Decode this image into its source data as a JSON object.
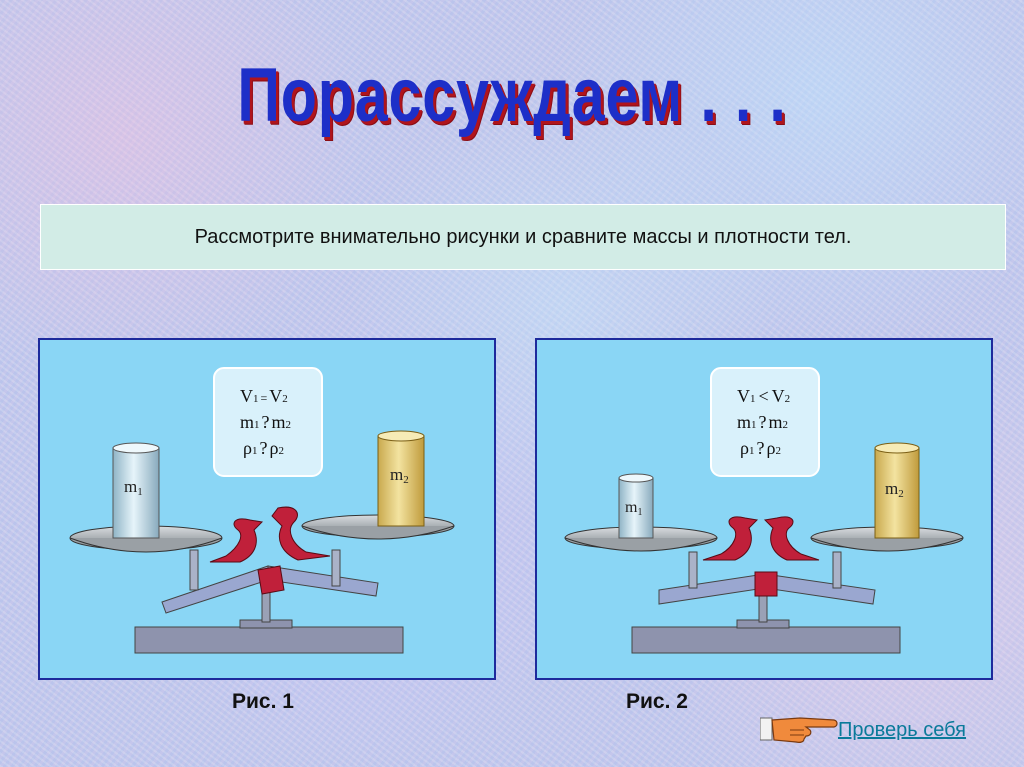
{
  "title": "Порассуждаем . . .",
  "task_text": "Рассмотрите внимательно рисунки и сравните массы и плотности тел.",
  "figures": [
    {
      "caption": "Рис. 1",
      "formula": {
        "line1": {
          "a": "V",
          "a_sub": "1",
          "op": "=",
          "b": "V",
          "b_sub": "2"
        },
        "line2": {
          "a": "m",
          "a_sub": "1",
          "op": "?",
          "b": "m",
          "b_sub": "2"
        },
        "line3": {
          "a": "ρ",
          "a_sub": "1",
          "op": "?",
          "b": "ρ",
          "b_sub": "2"
        }
      },
      "left_body": {
        "label": "m",
        "sub": "1"
      },
      "right_body": {
        "label": "m",
        "sub": "2"
      }
    },
    {
      "caption": "Рис. 2",
      "formula": {
        "line1": {
          "a": "V",
          "a_sub": "1",
          "op": "<",
          "b": "V",
          "b_sub": "2"
        },
        "line2": {
          "a": "m",
          "a_sub": "1",
          "op": "?",
          "b": "m",
          "b_sub": "2"
        },
        "line3": {
          "a": "ρ",
          "a_sub": "1",
          "op": "?",
          "b": "ρ",
          "b_sub": "2"
        }
      },
      "left_body": {
        "label": "m",
        "sub": "1"
      },
      "right_body": {
        "label": "m",
        "sub": "2"
      }
    }
  ],
  "check_link": "Проверь себя",
  "colors": {
    "title_blue": "#1d2fc8",
    "title_shadow": "#b0141c",
    "panel_bg": "#8ad6f5",
    "panel_border": "#1d2a9c",
    "bird_red": "#c0203a",
    "wood": "#e8d38a",
    "metal": "#bcd9e6",
    "link": "#0a7a9a"
  }
}
